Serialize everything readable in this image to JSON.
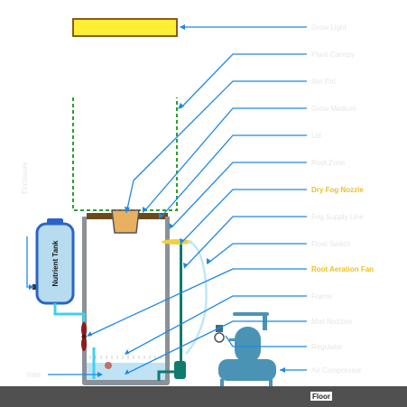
{
  "colors": {
    "leader": "#1e88e5",
    "lamp": "#ffee33",
    "frame": "#8a9198",
    "tank": "#b7dcf0",
    "tank_border": "#2a64c8",
    "water": "#bfe3f5",
    "pipe": "#3fd0f0",
    "pump": "#0f7a6e",
    "compressor": "#4b93b5",
    "grow_bed": "#2e9e2e",
    "fan": "#8b1c1c",
    "floor": "#505050",
    "accent_label": "#f0c020"
  },
  "labels": {
    "lamp": "Grow Light",
    "canopy": "Plant Canopy",
    "net_cup": "Net Pot",
    "medium": "Grow Medium",
    "lid": "Lid",
    "root_zone": "Root Zone",
    "dry_fog": "Dry Fog Nozzle",
    "riser": "Fog Supply Line",
    "float": "Float Switch",
    "fan": "Root Aeration Fan",
    "frame": "Frame",
    "nozzles": "Mist Nozzles",
    "regulator": "Regulator",
    "compressor": "Air Compressor",
    "side_label": "Enclosure",
    "inlet": "Inlet"
  },
  "tank_label": "Nutrient Tank",
  "floor_label": "Floor"
}
